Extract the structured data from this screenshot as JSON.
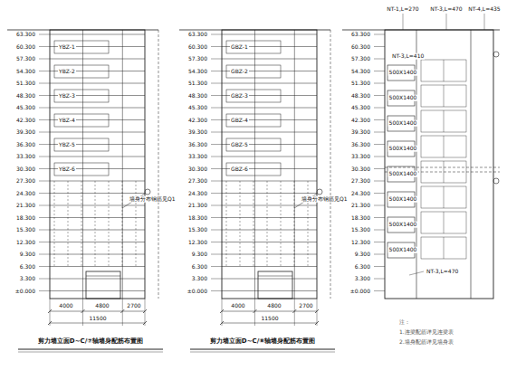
{
  "diagram": {
    "labels": [
      "63.300",
      "60.300",
      "57.300",
      "54.300",
      "51.300",
      "48.300",
      "45.300",
      "42.300",
      "39.300",
      "36.300",
      "33.300",
      "30.300",
      "27.300",
      "24.300",
      "21.300",
      "18.300",
      "15.300",
      "12.300",
      "9.300",
      "6.300",
      "3.300",
      "±0.000",
      "YBZ-1",
      "YBZ-2",
      "YBZ-3",
      "YBZ-4",
      "YBZ-5",
      "YBZ-6",
      "墙身分布钢筋见Q1",
      "4000",
      "4800",
      "2700",
      "11500",
      "剪力墙立面D~C/⑦轴墙身配筋布置图",
      "63.300",
      "60.300",
      "57.300",
      "54.300",
      "51.300",
      "48.300",
      "45.300",
      "42.300",
      "39.300",
      "36.300",
      "33.300",
      "30.300",
      "27.300",
      "24.300",
      "21.300",
      "18.300",
      "15.300",
      "12.300",
      "9.300",
      "6.300",
      "3.300",
      "±0.000",
      "GBZ-1",
      "GBZ-2",
      "GBZ-3",
      "GBZ-4",
      "GBZ-5",
      "GBZ-6",
      "墙身分布钢筋见Q1",
      "4000",
      "4800",
      "2700",
      "11500",
      "剪力墙立面D~C/⑧轴墙身配筋布置图",
      "63.300",
      "60.300",
      "57.300",
      "54.300",
      "51.300",
      "48.300",
      "45.300",
      "42.300",
      "39.300",
      "36.300",
      "33.300",
      "30.300",
      "27.300",
      "24.300",
      "21.300",
      "18.300",
      "15.300",
      "12.300",
      "9.300",
      "6.300",
      "3.300",
      "±0.000",
      "NT-1,L=270",
      "NT-3,L=470",
      "NT-4,L=435",
      "NT-3,L=410",
      "NT-3,L=470",
      "500X1400",
      "500X1400",
      "500X1400",
      "500X1400",
      "500X1400",
      "500X1400",
      "500X1400",
      "500X1400",
      "注：",
      "1.连梁配筋详见连梁表",
      "2.墙身配筋详见墙身表"
    ]
  }
}
